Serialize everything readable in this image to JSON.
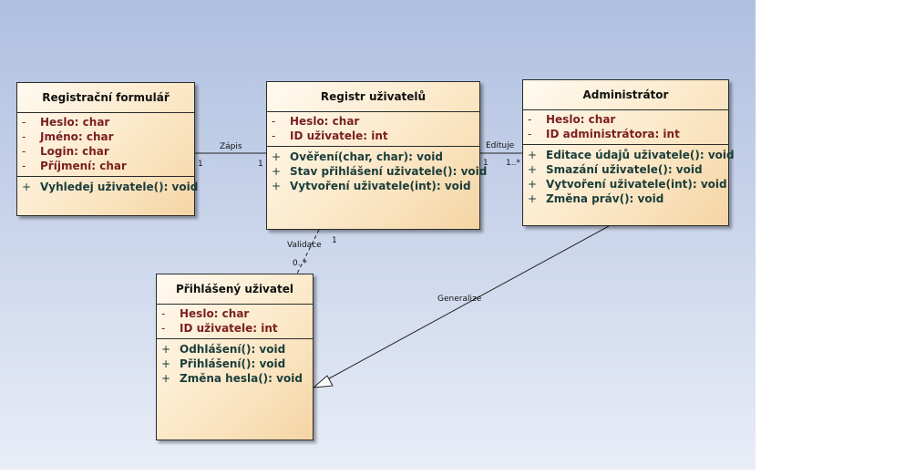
{
  "classes": {
    "registracni": {
      "name": "Registrační formulář",
      "attributes": [
        {
          "vis": "-",
          "text": "Heslo: char"
        },
        {
          "vis": "-",
          "text": "Jméno: char"
        },
        {
          "vis": "-",
          "text": "Login: char"
        },
        {
          "vis": "-",
          "text": "Příjmení: char"
        }
      ],
      "operations": [
        {
          "vis": "+",
          "text": "Vyhledej uživatele(): void"
        }
      ]
    },
    "registr": {
      "name": "Registr uživatelů",
      "attributes": [
        {
          "vis": "-",
          "text": "Heslo: char"
        },
        {
          "vis": "-",
          "text": "ID uživatele: int"
        }
      ],
      "operations": [
        {
          "vis": "+",
          "text": "Ověření(char, char): void"
        },
        {
          "vis": "+",
          "text": "Stav přihlášení uživatele(): void"
        },
        {
          "vis": "+",
          "text": "Vytvoření uživatele(int): void"
        }
      ]
    },
    "administrator": {
      "name": "Administrátor",
      "attributes": [
        {
          "vis": "-",
          "text": "Heslo: char"
        },
        {
          "vis": "-",
          "text": "ID administrátora: int"
        }
      ],
      "operations": [
        {
          "vis": "+",
          "text": "Editace údajů uživatele(): void"
        },
        {
          "vis": "+",
          "text": "Smazání uživatele(): void"
        },
        {
          "vis": "+",
          "text": "Vytvoření uživatele(int): void"
        },
        {
          "vis": "+",
          "text": "Změna práv(): void"
        }
      ]
    },
    "prihlaseny": {
      "name": "Přihlášený uživatel",
      "attributes": [
        {
          "vis": "-",
          "text": "Heslo: char"
        },
        {
          "vis": "-",
          "text": "ID uživatele: int"
        }
      ],
      "operations": [
        {
          "vis": "+",
          "text": "Odhlášení(): void"
        },
        {
          "vis": "+",
          "text": "Přihlášení(): void"
        },
        {
          "vis": "+",
          "text": "Změna hesla(): void"
        }
      ]
    }
  },
  "links": {
    "zapis": {
      "label": "Zápis",
      "mult_source": "1",
      "mult_target": "1"
    },
    "edituje": {
      "label": "Edituje",
      "mult_source": "1",
      "mult_target": "1..*"
    },
    "validace": {
      "label": "Validace",
      "mult_source": "1",
      "mult_target": "0..*"
    },
    "generalize": {
      "label": "Generalize"
    }
  },
  "colors": {
    "attribute_text": "#7a1f1f",
    "operation_text": "#1a3d3a",
    "class_fill": "#fbe6c4"
  }
}
